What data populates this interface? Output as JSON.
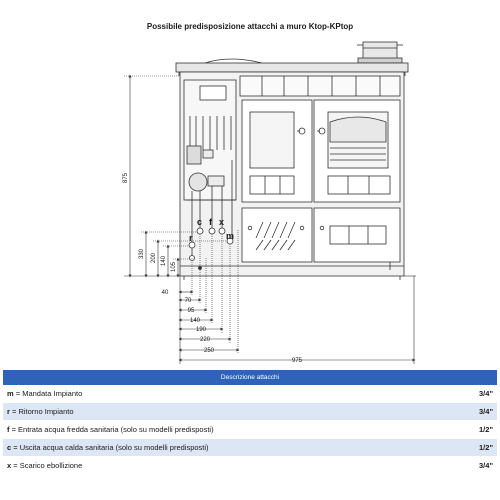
{
  "title": "Possibile predisposizione attacchi a muro Ktop-KPtop",
  "dimensions": {
    "overall_height": "875",
    "overall_width": "975",
    "vertical": [
      "330",
      "200",
      "140",
      "105"
    ],
    "horizontal": [
      "40",
      "70",
      "95",
      "140",
      "190",
      "220",
      "250"
    ]
  },
  "connection_letters": {
    "c": "c",
    "f": "f",
    "x": "x",
    "r": "r",
    "m": "m"
  },
  "legend": {
    "header": "Descrizione attacchi",
    "rows": [
      {
        "code": "m",
        "desc": " = Mandata Impianto",
        "value": "3/4\""
      },
      {
        "code": "r",
        "desc": " = Ritorno Impianto",
        "value": "3/4\""
      },
      {
        "code": "f",
        "desc": " = Entrata acqua fredda sanitaria (solo su modelli predisposti)",
        "value": "1/2\""
      },
      {
        "code": "c",
        "desc": " = Uscita acqua calda sanitaria (solo su modelli predisposti)",
        "value": "1/2\""
      },
      {
        "code": "x",
        "desc": " = Scarico ebollizione",
        "value": "3/4\""
      }
    ]
  }
}
